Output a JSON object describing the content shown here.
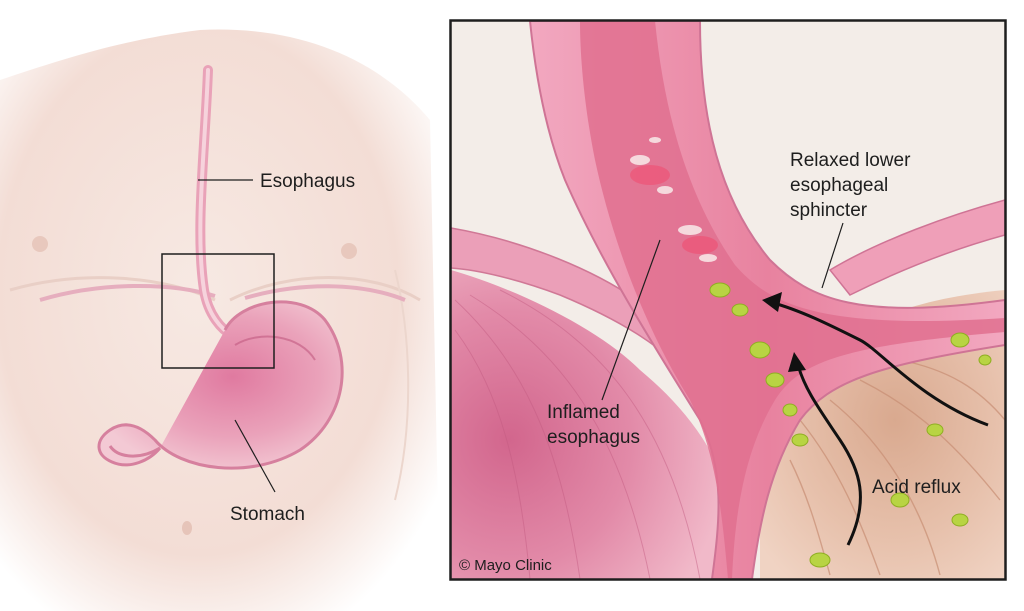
{
  "overview": {
    "labels": {
      "esophagus": "Esophagus",
      "stomach": "Stomach"
    }
  },
  "detail": {
    "labels": {
      "sphincter_line1": "Relaxed lower",
      "sphincter_line2": "esophageal",
      "sphincter_line3": "sphincter",
      "inflamed_line1": "Inflamed",
      "inflamed_line2": "esophagus",
      "acid_reflux": "Acid reflux"
    },
    "copyright": "© Mayo Clinic"
  },
  "colors": {
    "skin": "#f4e3dc",
    "tissue_pink": "#e896b0",
    "inner_pink": "#c95d83",
    "acid_green": "#b8d443",
    "frame": "#1e1e1e"
  }
}
